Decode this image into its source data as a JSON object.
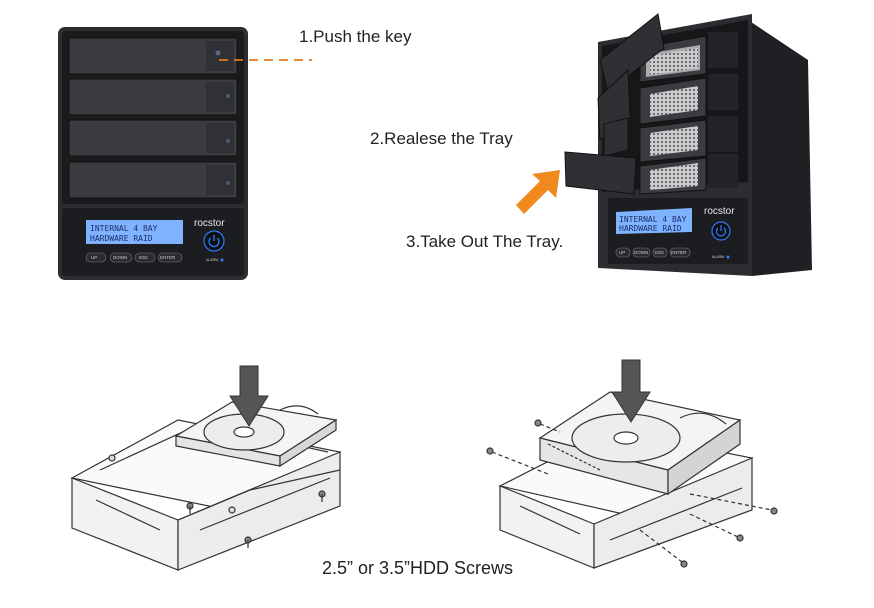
{
  "steps": {
    "push_key": "1.Push the key",
    "release_tray": "2.Realese the Tray",
    "take_out": "3.Take Out The Tray.",
    "screws": "2.5” or 3.5”HDD Screws"
  },
  "device": {
    "brand": "rocstor",
    "lcd_line1": "INTERNAL 4 BAY",
    "lcd_line2": "HARDWARE RAID",
    "buttons": [
      "UP",
      "DOWN",
      "ESC",
      "ENTER"
    ],
    "alarm_label": "ALARM"
  },
  "colors": {
    "enclosure": "#2b2d30",
    "front_panel": "#1c1d20",
    "lcd": "#7fb3ff",
    "power_led": "#2d7bff",
    "arrow": "#f08a1e",
    "callout": "#e07b1f"
  },
  "icons": [
    "power-icon",
    "orange-arrow-icon",
    "down-arrow-icon",
    "screw-icon"
  ]
}
